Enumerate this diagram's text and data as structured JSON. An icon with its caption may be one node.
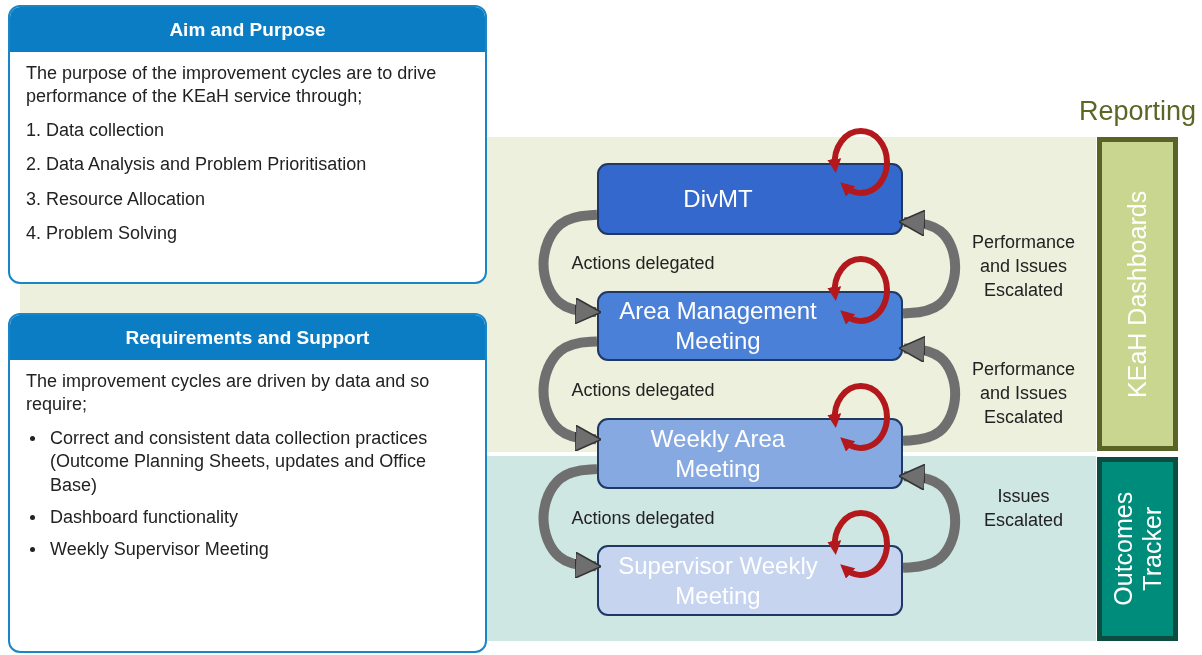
{
  "diagram": {
    "nodes": [
      {
        "text": [
          "Aim and Purpose",
          "The purpose of the improvement cycles are to drive performance of the KEaH service through;",
          "1.  Data collection",
          "2.  Data Analysis and Problem Prioritisation",
          "3.  Resource Allocation",
          "4.  Problem Solving"
        ]
      },
      {
        "text": [
          "Requirements and Support",
          "The improvement cycles are driven by data and so require;",
          "Correct and consistent data collection practices (Outcome Planning Sheets, updates and Office Base)",
          "Dashboard functionality",
          "Weekly Supervisor Meeting"
        ]
      },
      {
        "text": [
          "DivMT"
        ]
      },
      {
        "text": [
          "Area Management Meeting"
        ]
      },
      {
        "text": [
          "Weekly Area Meeting"
        ]
      },
      {
        "text": [
          "Supervisor Weekly Meeting"
        ]
      },
      {
        "text": [
          "KEaH Dashboards"
        ]
      },
      {
        "text": [
          "Outcomes Tracker"
        ]
      }
    ],
    "edges": [
      {
        "from": 2,
        "to": 3,
        "arrow": "to",
        "label": "Actions delegated"
      },
      {
        "from": 3,
        "to": 2,
        "arrow": "to",
        "label": "Performance and Issues Escalated"
      },
      {
        "from": 3,
        "to": 4,
        "arrow": "to",
        "label": "Actions delegated"
      },
      {
        "from": 4,
        "to": 3,
        "arrow": "to",
        "label": "Performance and Issues Escalated"
      },
      {
        "from": 4,
        "to": 5,
        "arrow": "to",
        "label": "Actions delegated"
      },
      {
        "from": 5,
        "to": 4,
        "arrow": "to",
        "label": "Issues Escalated"
      },
      {
        "from": 2,
        "to": 2,
        "arrow": "both",
        "color": "#b3191c"
      },
      {
        "from": 3,
        "to": 3,
        "arrow": "both",
        "color": "#b3191c"
      },
      {
        "from": 4,
        "to": 4,
        "arrow": "both",
        "color": "#b3191c"
      },
      {
        "from": 5,
        "to": 5,
        "arrow": "both",
        "color": "#b3191c"
      }
    ],
    "labels": [
      "Reporting"
    ]
  }
}
